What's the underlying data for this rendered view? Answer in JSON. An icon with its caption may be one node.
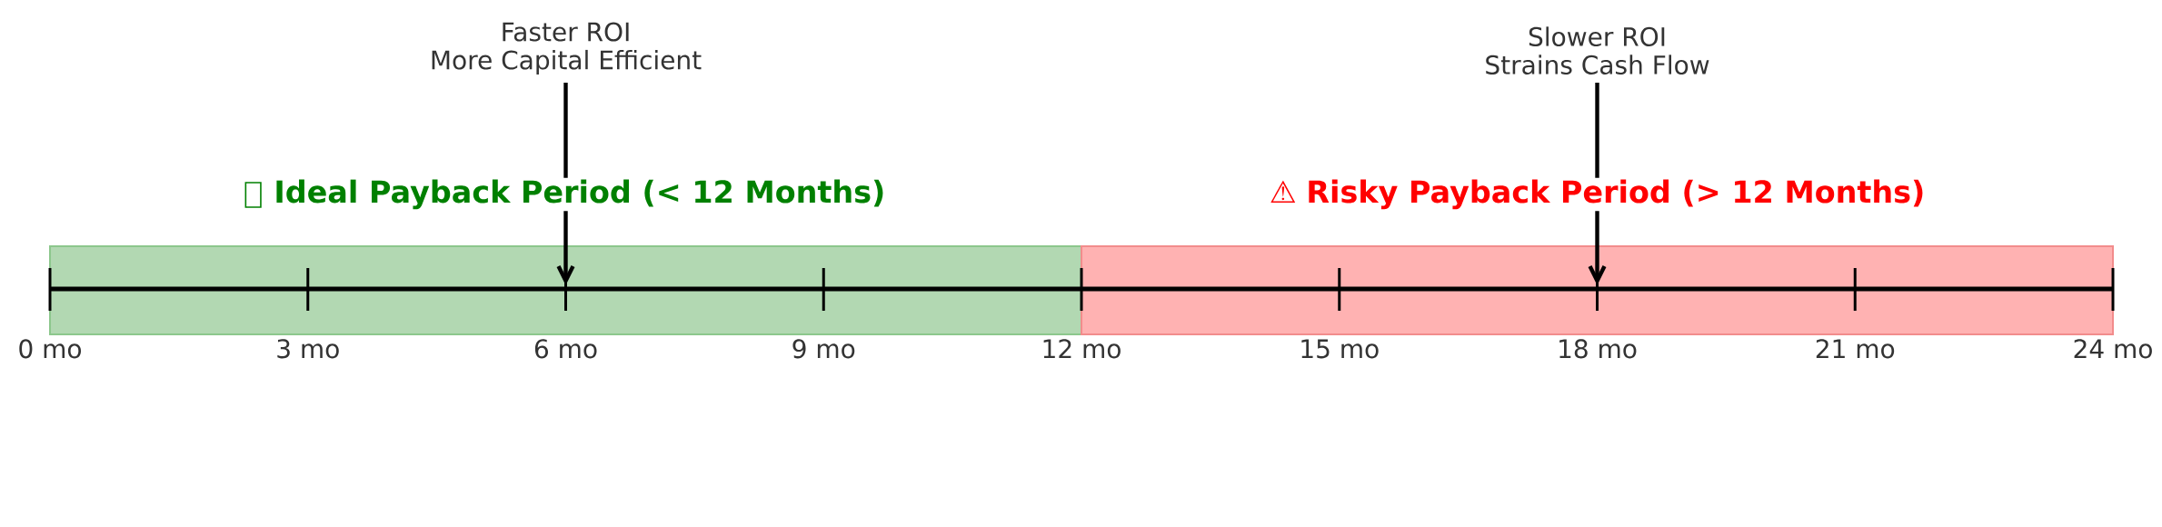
{
  "diagram": {
    "nodes": [
      {
        "text": [
          "Faster ROI",
          "More Capital Efficient"
        ]
      },
      {
        "text": [
          "Slower ROI",
          "Strains Cash Flow"
        ]
      }
    ],
    "edges": [
      {
        "from": 0,
        "to": null,
        "arrow": "to"
      },
      {
        "from": 1,
        "to": null,
        "arrow": "to"
      }
    ],
    "labels": [
      "Ideal Payback Period (< 12 Months)",
      "⚠ **Risky Payback Period (> 12 Months)**",
      "0 mo",
      "3 mo",
      "6 mo",
      "9 mo",
      "12 mo",
      "15 mo",
      "18 mo",
      "21 mo",
      "24 mo"
    ]
  }
}
